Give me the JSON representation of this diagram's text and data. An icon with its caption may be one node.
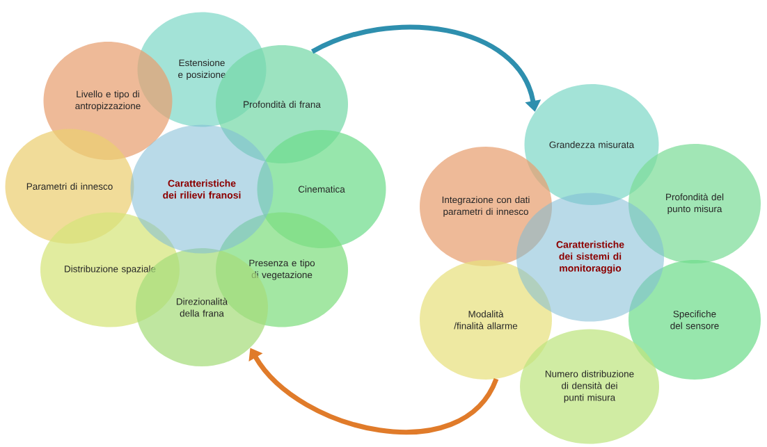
{
  "diagram": {
    "nodes": [
      {
        "text": [
          "Caratteristiche dei rilievi franosi"
        ]
      },
      {
        "text": [
          "Estensione e posizione"
        ]
      },
      {
        "text": [
          "Livello e tipo di antropizzazione"
        ]
      },
      {
        "text": [
          "Profondità di frana"
        ]
      },
      {
        "text": [
          "Parametri di innesco"
        ]
      },
      {
        "text": [
          "Cinematica"
        ]
      },
      {
        "text": [
          "Distribuzione spaziale"
        ]
      },
      {
        "text": [
          "Presenza e tipo di vegetazione"
        ]
      },
      {
        "text": [
          "Direzionalità della frana"
        ]
      },
      {
        "text": [
          "Caratteristiche dei sistemi di monitoraggio"
        ]
      },
      {
        "text": [
          "Grandezza misurata"
        ]
      },
      {
        "text": [
          "Integrazione con dati parametri di innesco"
        ]
      },
      {
        "text": [
          "Profondità del punto misura"
        ]
      },
      {
        "text": [
          "Modalità /finalità allarme"
        ]
      },
      {
        "text": [
          "Specifiche del sensore"
        ]
      },
      {
        "text": [
          "Numero distribuzione di densità dei punti misura"
        ]
      }
    ],
    "edges": [
      {
        "from": 3,
        "to": 10,
        "arrow": "to",
        "color": "#2e8fae"
      },
      {
        "from": 13,
        "to": 8,
        "arrow": "to",
        "color": "#e07b2a"
      }
    ]
  }
}
